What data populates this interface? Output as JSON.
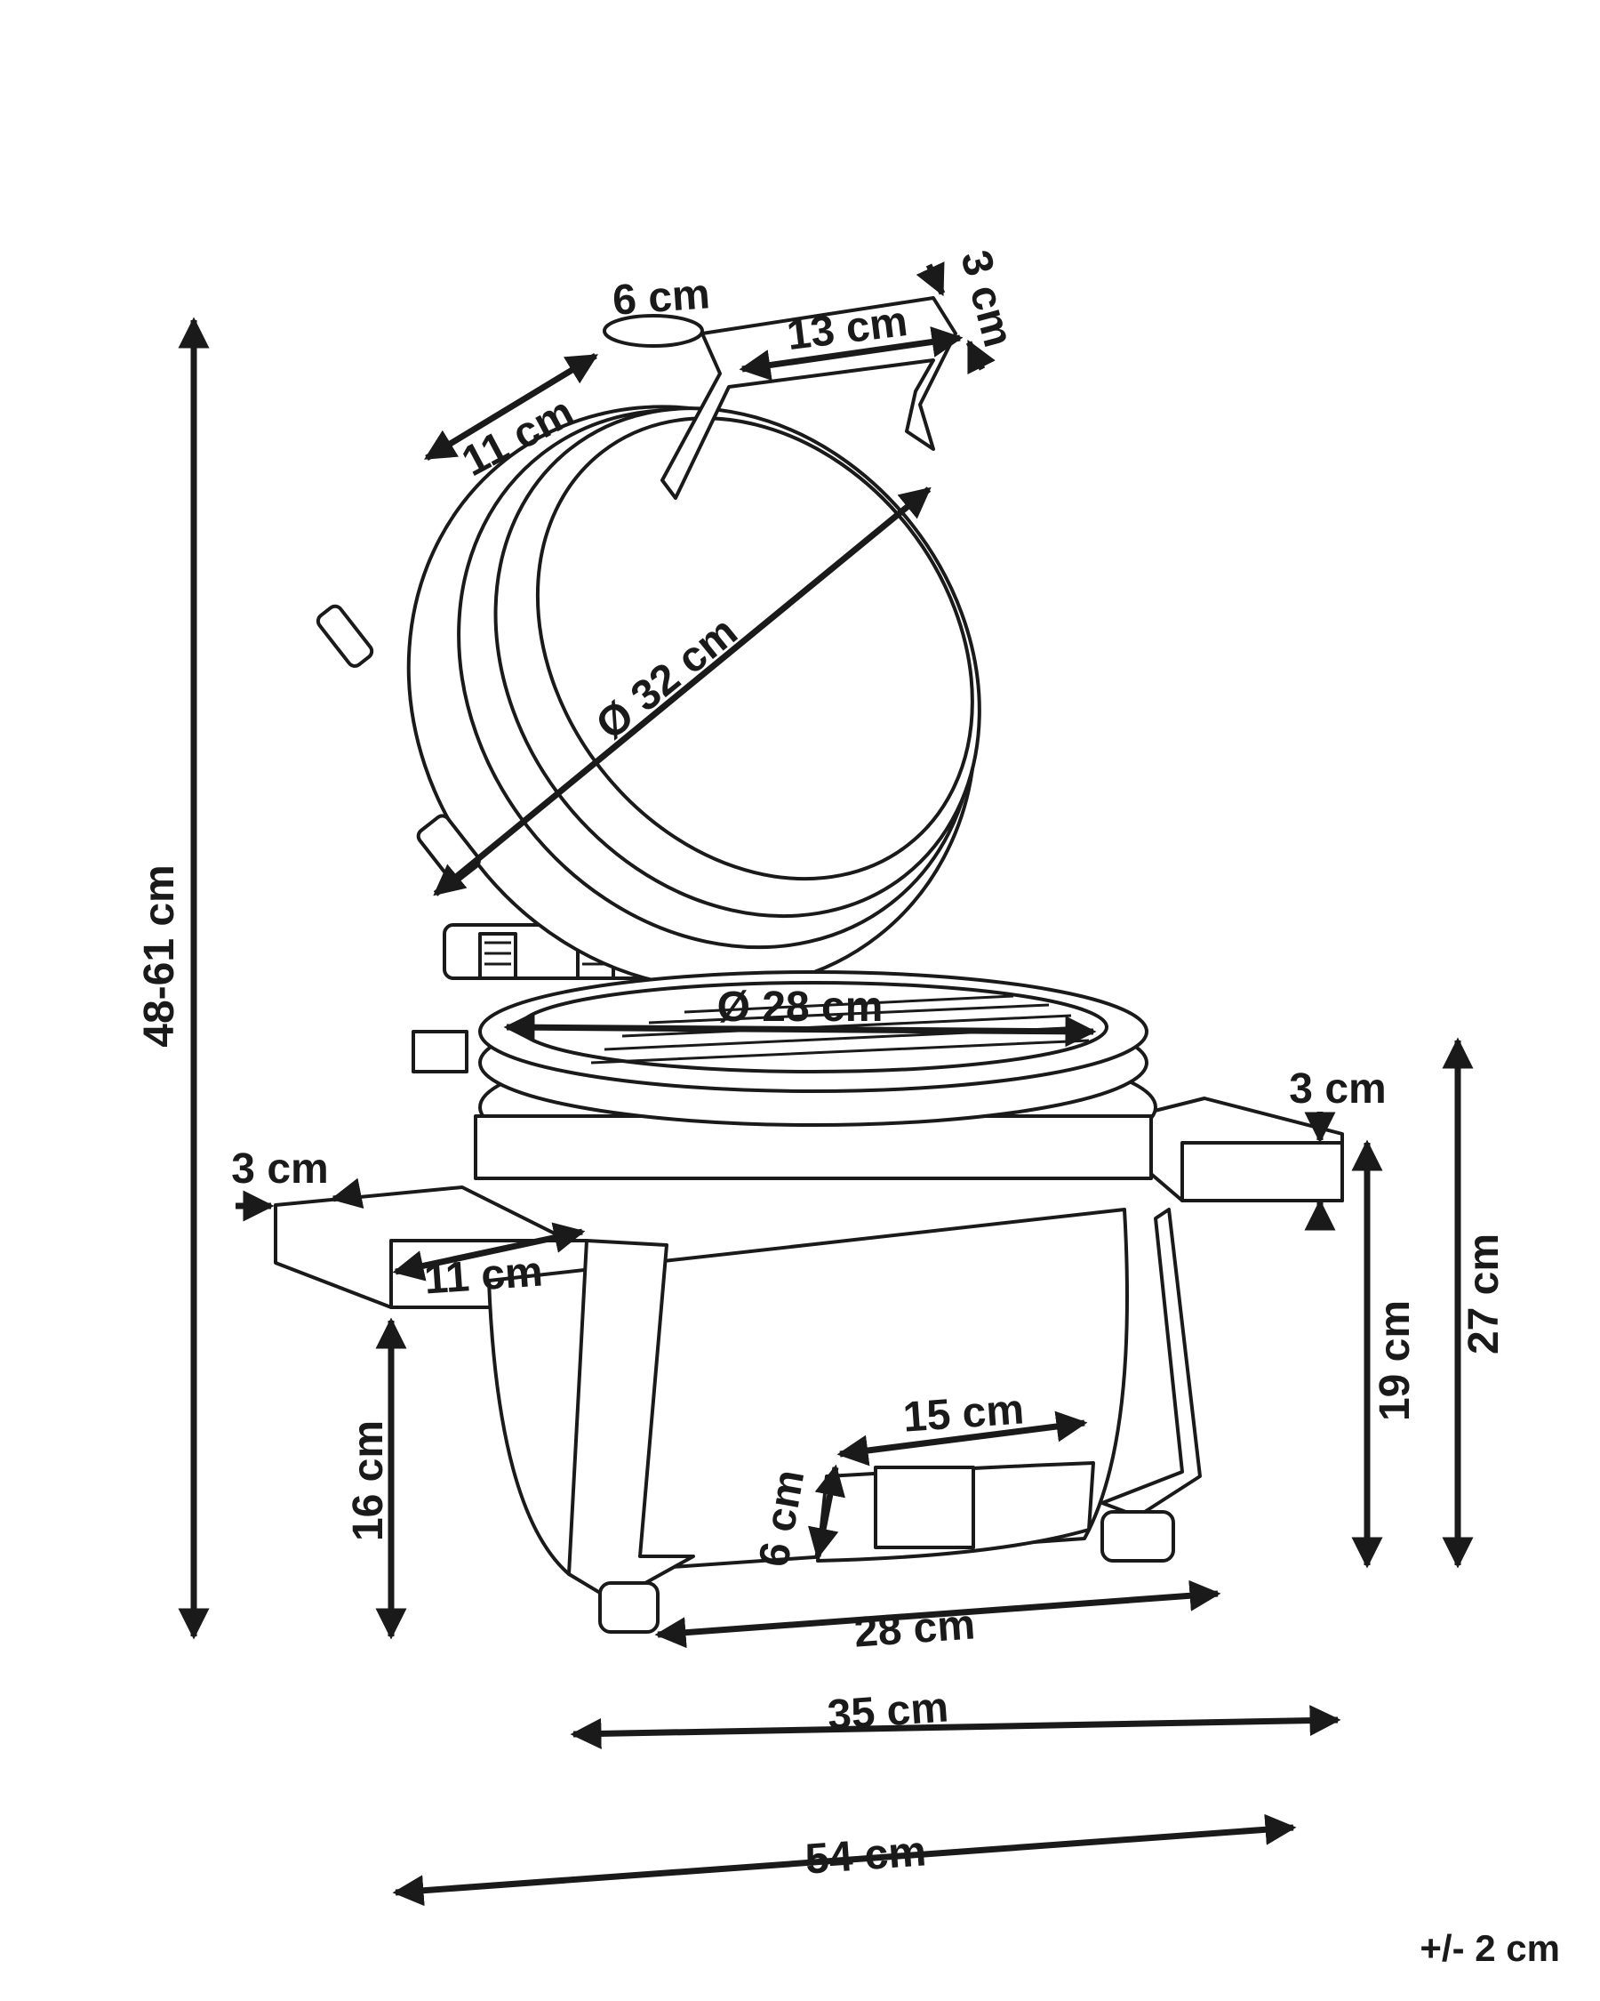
{
  "dimensions": {
    "total_height": "48-61 cm",
    "handle_width": "6 cm",
    "handle_length": "13 cm",
    "handle_height": "3 cm",
    "lid_hinge": "11 cm",
    "lid_diameter": "Ø 32 cm",
    "grill_diameter": "Ø 28 cm",
    "right_shelf_thickness": "3 cm",
    "left_shelf_thickness": "3 cm",
    "left_shelf_width": "11 cm",
    "left_shelf_height": "16 cm",
    "right_shelf_height": "19 cm",
    "body_height": "27 cm",
    "vent_width": "15 cm",
    "vent_height": "6 cm",
    "base_width": "28 cm",
    "body_width": "35 cm",
    "total_width": "54 cm"
  },
  "tolerance": "+/- 2 cm",
  "colors": {
    "line": "#1a1a1a",
    "background": "#ffffff"
  }
}
